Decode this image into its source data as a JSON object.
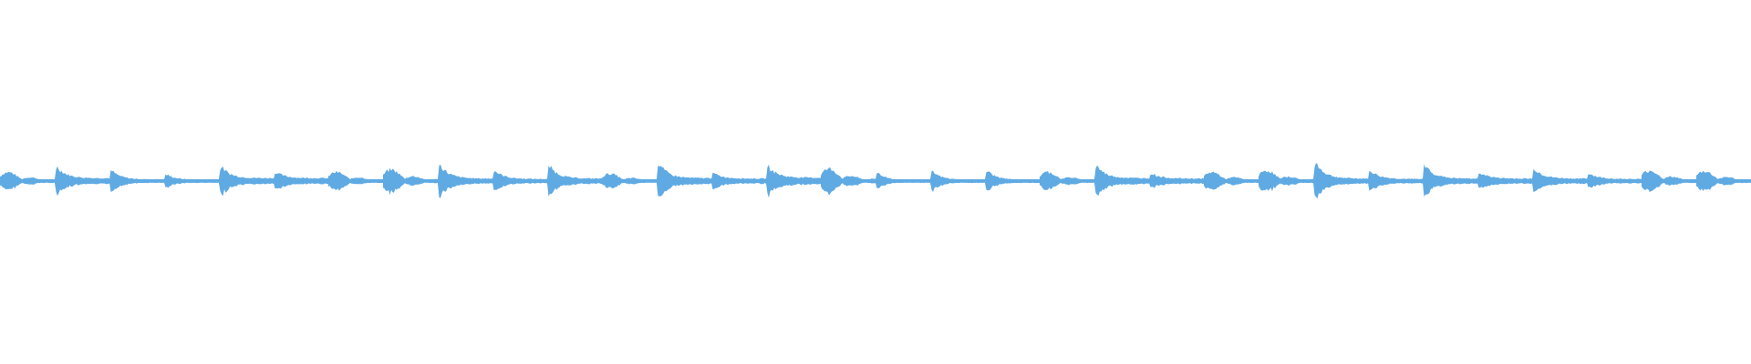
{
  "waveform": {
    "color": "#5faae3",
    "segments": [
      {
        "peak": 0.55,
        "decay": 0.55,
        "type": "double"
      },
      {
        "peak": 0.75,
        "decay": 0.35,
        "type": "single"
      },
      {
        "peak": 0.55,
        "decay": 0.2,
        "type": "single"
      },
      {
        "peak": 0.35,
        "decay": 0.15,
        "type": "single"
      },
      {
        "peak": 0.75,
        "decay": 0.35,
        "type": "single"
      },
      {
        "peak": 0.45,
        "decay": 0.35,
        "type": "single"
      },
      {
        "peak": 0.55,
        "decay": 0.55,
        "type": "double"
      },
      {
        "peak": 0.7,
        "decay": 0.45,
        "type": "double"
      },
      {
        "peak": 0.85,
        "decay": 0.3,
        "type": "single"
      },
      {
        "peak": 0.55,
        "decay": 0.25,
        "type": "single"
      },
      {
        "peak": 0.8,
        "decay": 0.3,
        "type": "single"
      },
      {
        "peak": 0.45,
        "decay": 0.45,
        "type": "double"
      },
      {
        "peak": 0.9,
        "decay": 0.35,
        "type": "single"
      },
      {
        "peak": 0.4,
        "decay": 0.3,
        "type": "single"
      },
      {
        "peak": 0.75,
        "decay": 0.4,
        "type": "single"
      },
      {
        "peak": 0.75,
        "decay": 0.45,
        "type": "double"
      },
      {
        "peak": 0.45,
        "decay": 0.1,
        "type": "single"
      },
      {
        "peak": 0.5,
        "decay": 0.15,
        "type": "single"
      },
      {
        "peak": 0.55,
        "decay": 0.15,
        "type": "single"
      },
      {
        "peak": 0.55,
        "decay": 0.45,
        "type": "double"
      },
      {
        "peak": 0.8,
        "decay": 0.35,
        "type": "single"
      },
      {
        "peak": 0.4,
        "decay": 0.3,
        "type": "single"
      },
      {
        "peak": 0.55,
        "decay": 0.55,
        "type": "double"
      },
      {
        "peak": 0.65,
        "decay": 0.45,
        "type": "double"
      },
      {
        "peak": 1.0,
        "decay": 0.3,
        "type": "single"
      },
      {
        "peak": 0.55,
        "decay": 0.25,
        "type": "single"
      },
      {
        "peak": 0.85,
        "decay": 0.3,
        "type": "single"
      },
      {
        "peak": 0.45,
        "decay": 0.3,
        "type": "single"
      },
      {
        "peak": 0.65,
        "decay": 0.3,
        "type": "single"
      },
      {
        "peak": 0.4,
        "decay": 0.25,
        "type": "single"
      },
      {
        "peak": 0.65,
        "decay": 0.5,
        "type": "double"
      },
      {
        "peak": 0.6,
        "decay": 0.5,
        "type": "double"
      }
    ]
  }
}
